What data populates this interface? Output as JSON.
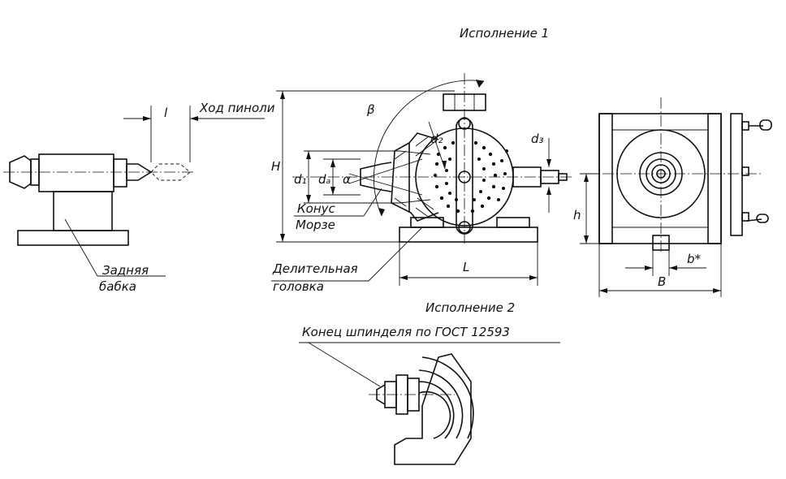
{
  "labels": {
    "execution_1": "Исполнение 1",
    "execution_2": "Исполнение 2",
    "spindle_end": "Конец шпинделя по ГОСТ 12593",
    "quill_travel": "Ход пиноли",
    "tailstock_line1": "Задняя",
    "tailstock_line2": "бабка",
    "dividing_head_line1": "Делительная",
    "dividing_head_line2": "головка",
    "cone_line1": "Конус",
    "cone_line2": "Морзе"
  },
  "dimensions": {
    "l": "l",
    "H": "H",
    "d1": "d₁",
    "da": "dₐ",
    "d2": "d₂",
    "d3": "d₃",
    "alpha": "α",
    "beta": "β",
    "L": "L",
    "h": "h",
    "b_star": "b*",
    "B": "B"
  }
}
